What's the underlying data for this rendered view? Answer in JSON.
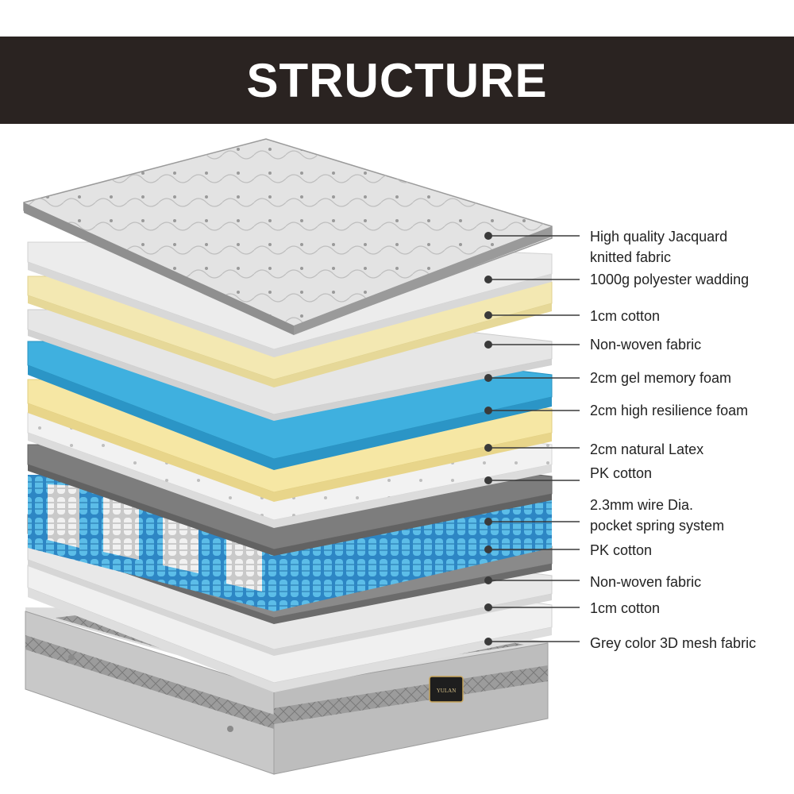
{
  "header": {
    "title": "STRUCTURE"
  },
  "brand": {
    "logo_text": "YULAN"
  },
  "colors": {
    "banner": "#2a2321",
    "gel_blue": "#3fb0df",
    "cream": "#f3e8b2",
    "latex_yellow": "#f6e7a4",
    "pk_grey": "#7d7d7d",
    "white_layer": "#e9e9e9"
  },
  "layers": [
    {
      "label": "High quality Jacquard",
      "label2": "knitted fabric"
    },
    {
      "label": "1000g polyester wadding"
    },
    {
      "label": "1cm cotton"
    },
    {
      "label": "Non-woven fabric"
    },
    {
      "label": "2cm gel memory foam"
    },
    {
      "label": "2cm high resilience foam"
    },
    {
      "label": "2cm natural Latex"
    },
    {
      "label": "PK cotton"
    },
    {
      "label": "2.3mm wire Dia.",
      "label2": "pocket spring system"
    },
    {
      "label": "PK cotton"
    },
    {
      "label": "Non-woven fabric"
    },
    {
      "label": "1cm cotton"
    },
    {
      "label": "Grey color 3D mesh fabric"
    }
  ]
}
